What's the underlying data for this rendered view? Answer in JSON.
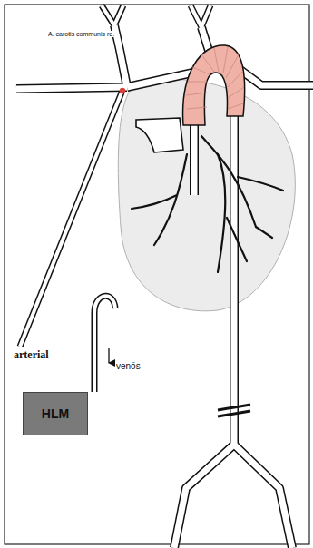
{
  "diagram": {
    "nodes": [
      {
        "text": [
          "HLM"
        ]
      }
    ],
    "labels": [
      "A. carotis communis re.",
      "arterial",
      "venös"
    ]
  }
}
